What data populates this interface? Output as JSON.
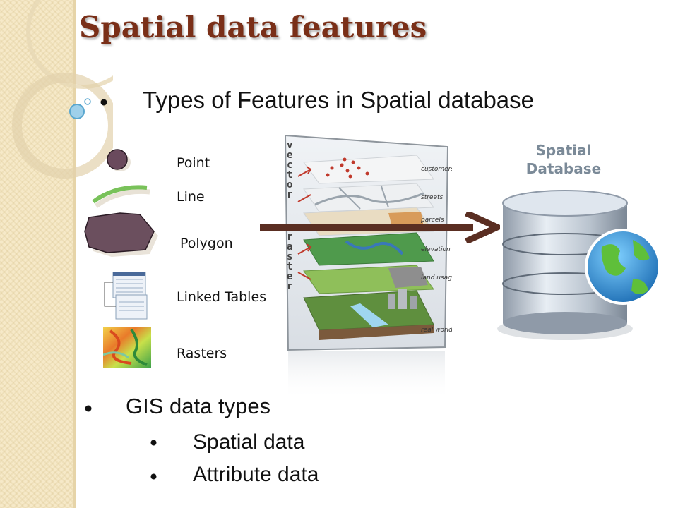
{
  "slide": {
    "title": "Spatial data features",
    "bullet_features": "Types of Features in Spatial database",
    "feature_types": [
      {
        "label": "Point"
      },
      {
        "label": "Line"
      },
      {
        "label": "Polygon"
      },
      {
        "label": "Linked Tables"
      },
      {
        "label": "Rasters"
      }
    ],
    "layer_stack": {
      "side_labels": [
        "vector",
        "raster"
      ],
      "layers": [
        "customers",
        "streets",
        "parcels",
        "elevation",
        "land usage",
        "real world"
      ]
    },
    "database": {
      "line1": "Spatial",
      "line2": "Database"
    },
    "bullet_gis": "GIS data types",
    "sub_bullets": [
      "Spatial data",
      "Attribute data"
    ]
  },
  "colors": {
    "title": "#7a2f18",
    "arrow": "#5a2e22",
    "band": "#f6e9c8"
  }
}
